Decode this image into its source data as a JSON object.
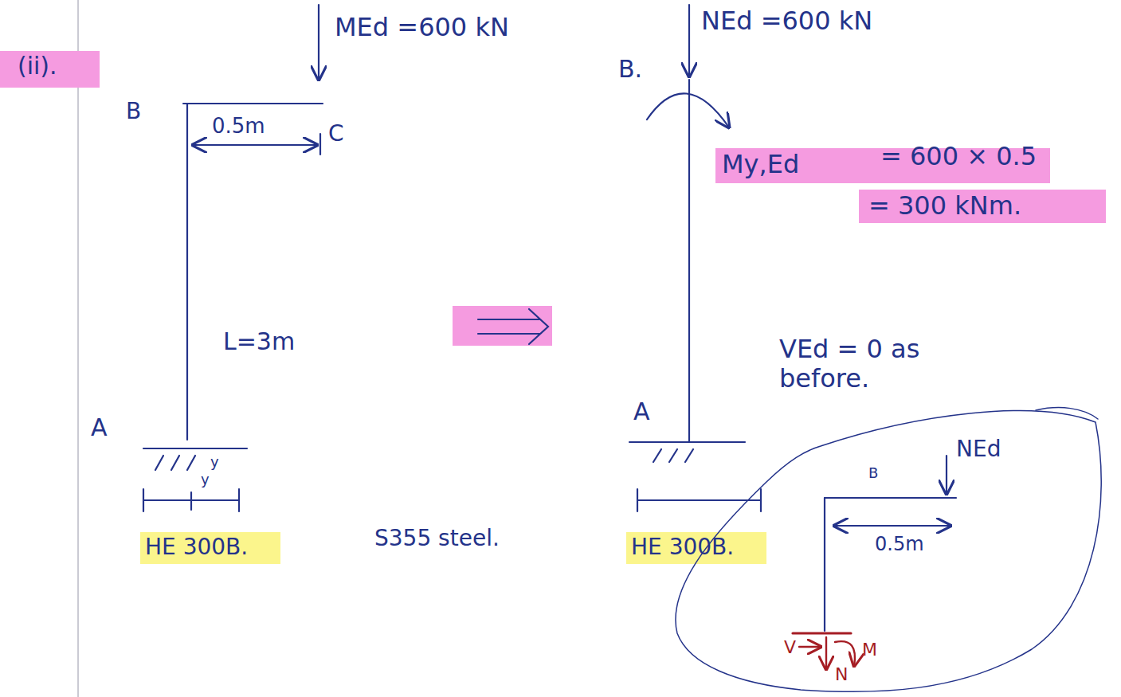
{
  "diagram": {
    "labels": [
      "(ii).",
      "B",
      "MEd =600 kN",
      "C",
      "0.5m",
      "L=3m",
      "A",
      "HE 300B.",
      "S355 steel.",
      "NEd =600 kN",
      "B.",
      "My,Ed",
      "= 600 × 0.5",
      "= 300 kNm.",
      "VEd = 0 as before.",
      "A",
      "HE 300B.",
      "B",
      "NEd",
      "0.5m",
      "V",
      "M",
      "N",
      "y",
      "y"
    ]
  }
}
